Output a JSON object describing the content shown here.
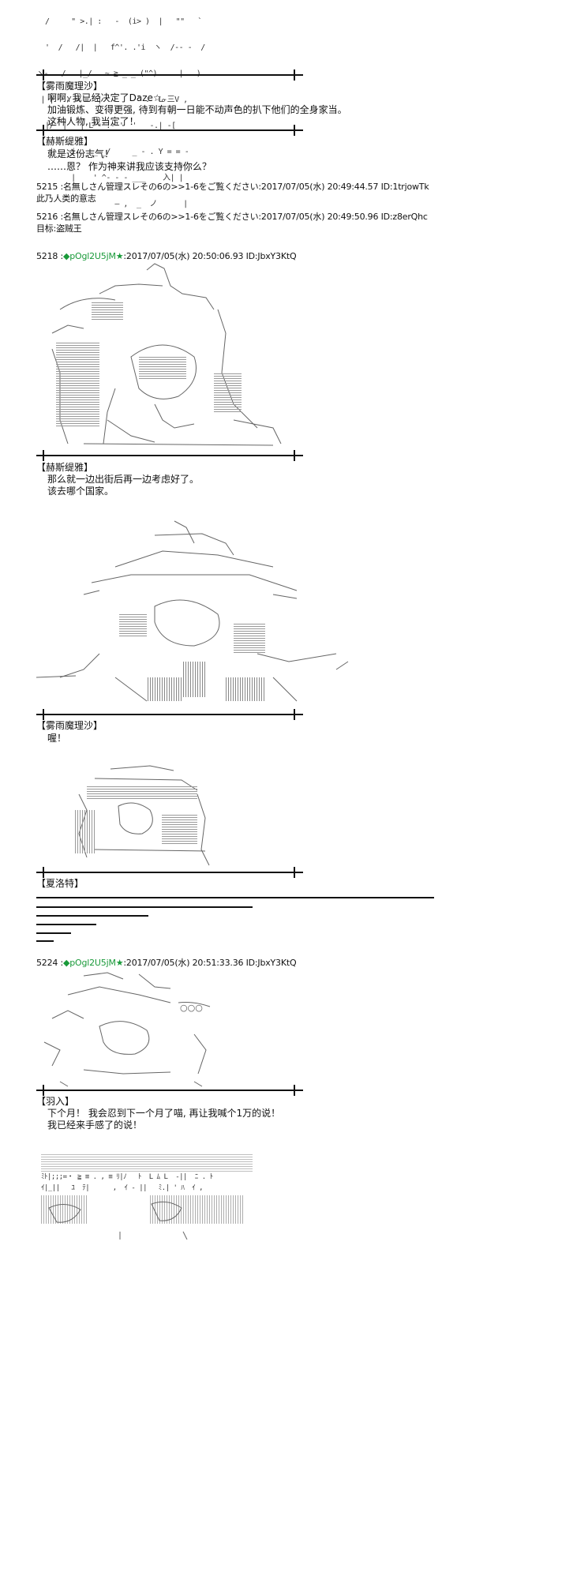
{
  "block1": {
    "art_lines": [
      "  /     \" >.| :   -  (i> )  |   \"\"   `",
      "  '  /   /|  |   f^'. .'i  ヽ  /-- -  /  ",
      "ヽ-   /   |_/   ~.≧ _._ (\"^)     |   )",
      " | |   Y = = -|        ' .  L-三V ,",
      "  |/  |   |_L'-'.-''  '   -.|_-[ ",
      "   |    i  _ _ _/     _ - . Y = = -",
      "        |    ' ^- - - ___    入| |   ",
      "                  — ,  _  ノ      |   "
    ],
    "speaker": "【雾雨魔理沙】",
    "lines": [
      "啊啊, 我已经决定了Daze☆。",
      "加油锻炼、变得更强, 待到有朝一日能不动声色的扒下他们的全身家当。",
      "这种人物, 我当定了！"
    ]
  },
  "block2": {
    "speaker": "【赫斯缇雅】",
    "lines": [
      "就是这份志气！",
      "……恩？  作为神来讲我应该支持你么？"
    ]
  },
  "post5215": {
    "header": "5215 :名無しさん管理スレその6の>>1-6をご覧ください:2017/07/05(水) 20:49:44.57 ID:1trjowTk",
    "body": "此乃人类的意志"
  },
  "post5216": {
    "header": "5216 :名無しさん管理スレその6の>>1-6をご覧ください:2017/07/05(水) 20:49:50.96 ID:z8erQhc",
    "body": "目标:盗贼王"
  },
  "post5218": {
    "num": "5218 :",
    "trip": "◆pOgl2U5jM★",
    "rest": ":2017/07/05(水) 20:50:06.93 ID:JbxY3KtQ",
    "speaker": "【赫斯缇雅】",
    "lines": [
      "那么就一边出街后再一边考虑好了。",
      "该去哪个国家。"
    ]
  },
  "block4": {
    "speaker": "【雾雨魔理沙】",
    "lines": [
      "喔！"
    ]
  },
  "block5": {
    "speaker": "【夏洛特】"
  },
  "post5224": {
    "num": "5224 :",
    "trip": "◆pOgl2U5jM★",
    "rest": ":2017/07/05(水) 20:51:33.36 ID:JbxY3KtQ",
    "speaker": "【羽入】",
    "lines": [
      "下个月！  我会忍到下一个月了喵, 再让我喊个1万的说！",
      "我已经来手感了的说！"
    ]
  },
  "bottom_art_text": "ﾐﾄ|;;;=・ ≧ ≡ . , ≡ ﾘ|ﾉ   ﾄ  L ﾑ L  -||  ﾆ . ﾄ",
  "bottom_art_text2": "ｲ|_||   ﾕ  ﾃ|      ,  ｲ - ||   ﾐ.| ' ﾊ  ｲ ,"
}
